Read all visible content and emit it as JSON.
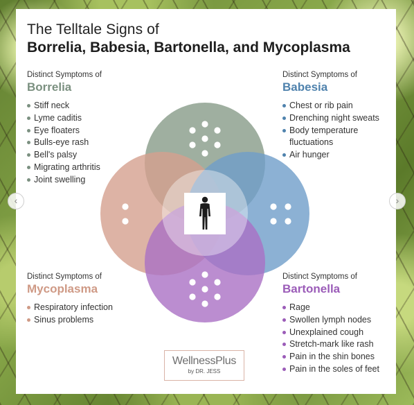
{
  "title": {
    "line1": "The Telltale Signs of",
    "line2": "Borrelia, Babesia, Bartonella, and Mycoplasma"
  },
  "groups": {
    "borrelia": {
      "heading": "Distinct Symptoms of",
      "name": "Borrelia",
      "color": "#7b9080",
      "symptoms": [
        "Stiff neck",
        "Lyme caditis",
        "Eye floaters",
        "Bulls-eye rash",
        "Bell's palsy",
        "Migrating arthritis",
        "Joint swelling"
      ]
    },
    "babesia": {
      "heading": "Distinct Symptoms of",
      "name": "Babesia",
      "color": "#4f82ad",
      "symptoms": [
        "Chest or rib pain",
        "Drenching night sweats",
        "Body temperature fluctuations",
        "Air hunger"
      ]
    },
    "mycoplasma": {
      "heading": "Distinct Symptoms of",
      "name": "Mycoplasma",
      "color": "#cf9a86",
      "symptoms": [
        "Respiratory infection",
        "Sinus problems"
      ]
    },
    "bartonella": {
      "heading": "Distinct Symptoms of",
      "name": "Bartonella",
      "color": "#9b5cb8",
      "symptoms": [
        "Rage",
        "Swollen lymph nodes",
        "Unexplained cough",
        "Stretch-mark like rash",
        "Pain in the shin bones",
        "Pain in the soles of feet"
      ]
    }
  },
  "venn": {
    "circle_colors": {
      "top": "#8a9e8b",
      "right": "#6f9ec9",
      "bottom": "#aa70c4",
      "left": "#d4a08f"
    },
    "center_icon": "human-figure-icon"
  },
  "logo": {
    "main": "WellnessPlus",
    "sub": "by DR. JESS"
  },
  "nav": {
    "prev_icon": "chevron-left-icon",
    "next_icon": "chevron-right-icon",
    "prev_glyph": "‹",
    "next_glyph": "›"
  }
}
